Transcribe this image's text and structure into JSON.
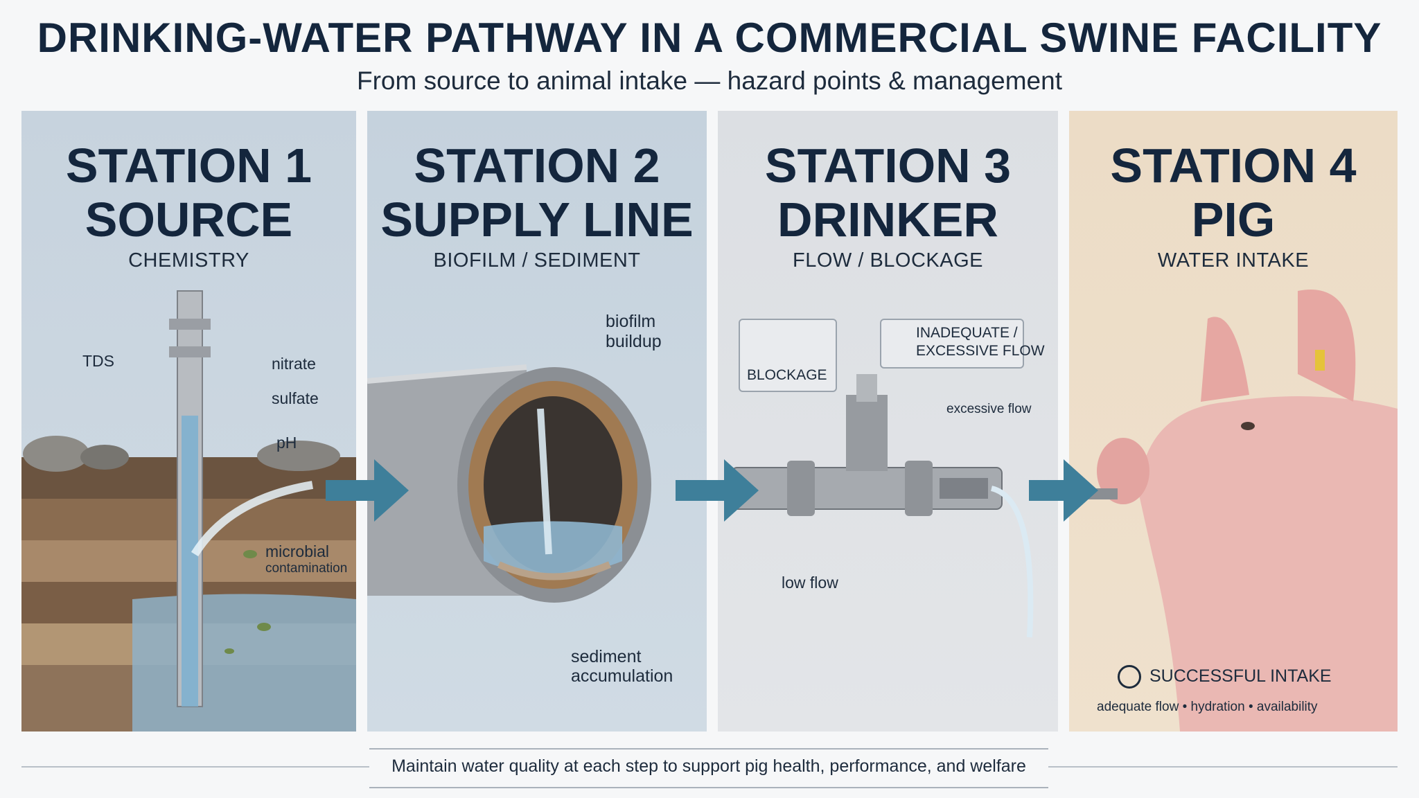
{
  "header": {
    "title": "DRINKING-WATER PATHWAY IN A COMMERCIAL SWINE FACILITY",
    "subtitle": "From source to animal intake — hazard points & management"
  },
  "stations": [
    {
      "line1": "STATION 1",
      "line2": "SOURCE",
      "sub": "CHEMISTRY",
      "labels": {
        "tds": "TDS",
        "nitrate": "nitrate",
        "sulfate": "sulfate",
        "ph": "pH",
        "microbial_1": "microbial",
        "microbial_2": "contamination"
      }
    },
    {
      "line1": "STATION 2",
      "line2": "SUPPLY LINE",
      "sub": "BIOFILM / SEDIMENT",
      "labels": {
        "biofilm_1": "biofilm",
        "biofilm_2": "buildup",
        "sediment_1": "sediment",
        "sediment_2": "accumulation"
      }
    },
    {
      "line1": "STATION 3",
      "line2": "DRINKER",
      "sub": "FLOW / BLOCKAGE",
      "labels": {
        "blockage": "BLOCKAGE",
        "inadequate_1": "INADEQUATE /",
        "inadequate_2": "EXCESSIVE FLOW",
        "excessive": "excessive flow",
        "low": "low flow"
      }
    },
    {
      "line1": "STATION 4",
      "line2": "PIG",
      "sub": "WATER INTAKE",
      "labels": {
        "success": "SUCCESSFUL INTAKE",
        "detail": "adequate flow • hydration • availability"
      }
    }
  ],
  "footer": {
    "text": "Maintain water quality at each step to support pig health, performance, and welfare"
  },
  "colors": {
    "title": "#14263d",
    "arrow": "#3e7f9a",
    "panel1": "#c7d3de",
    "panel4": "#ecdcc6"
  }
}
